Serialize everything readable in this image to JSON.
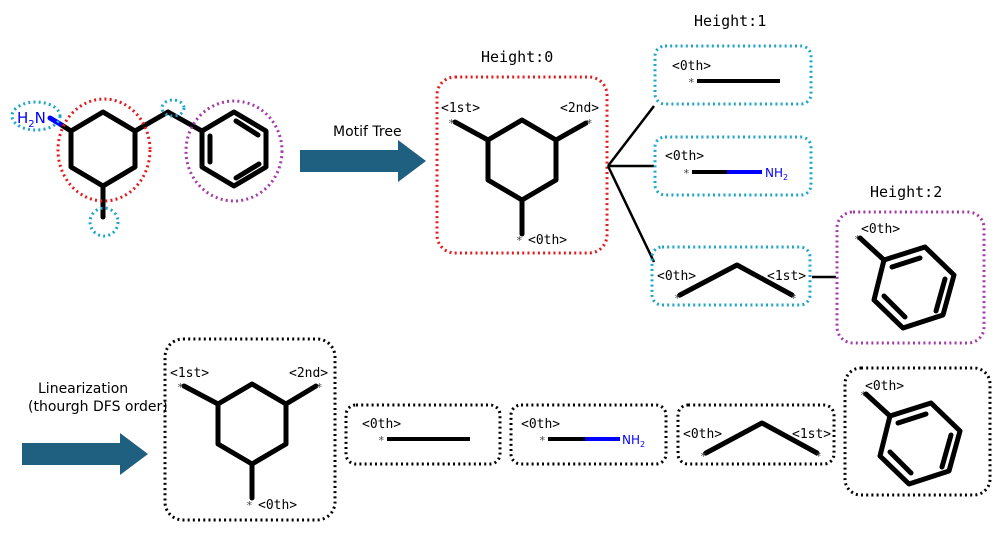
{
  "headings": {
    "height0": "Height:0",
    "height1": "Height:1",
    "height2": "Height:2"
  },
  "arrows": {
    "motif_tree": "Motif Tree",
    "linearization_line1": "Linearization",
    "linearization_line2": "(thourgh DFS order)"
  },
  "molecule": {
    "amine_h": "H",
    "amine_sub": "2",
    "amine_n": "N"
  },
  "labels": {
    "first": "<1st>",
    "second": "<2nd>",
    "zeroth": "<0th>",
    "star": "*",
    "nh": "NH",
    "nh_sub": "2"
  },
  "colors": {
    "red": "#e41a1c",
    "cyan": "#1ea6c8",
    "purple": "#a43ba8",
    "black": "#000000",
    "nitrogen_blue": "#0000ff",
    "arrow_fill": "#1f5f80"
  }
}
